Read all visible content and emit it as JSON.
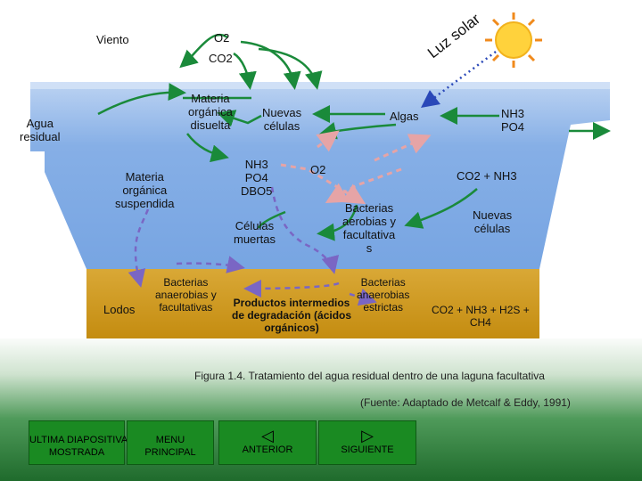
{
  "colors": {
    "water": "#7da9e3",
    "water_light": "#cfe0f6",
    "sediment": "#cf9a1c",
    "sun": "#ffd23c",
    "arrow_green": "#1a8a3a",
    "arrow_purple": "#7a66c4",
    "arrow_blue": "#2a48b8",
    "arrow_pink": "#e6a4a6",
    "nav_bg": "#1a8a22"
  },
  "labels": {
    "viento": "Viento",
    "o2_top": "O2",
    "co2_top": "CO2",
    "luz_solar": "Luz solar",
    "agua_residual": "Agua\nresidual",
    "materia_organica_disuelta": "Materia\norgánica\ndisuelta",
    "nuevas_celulas_1": "Nuevas\ncélulas",
    "algas": "Algas",
    "nh3_po4_right": "NH3\nPO4",
    "materia_organica_suspendida": "Materia\norgánica\nsuspendida",
    "nh3_po4_dbo5": "NH3\nPO4\nDBO5",
    "o2_mid": "O2",
    "co2_nh3": "CO2 + NH3",
    "celulas_muertas": "Células\nmuertas",
    "bacterias_aerobias": "Bacterias\naerobias y\nfacultativa\ns",
    "nuevas_celulas_2": "Nuevas\ncélulas",
    "lodos": "Lodos",
    "bacterias_anaerobias_fac": "Bacterias\nanaerobias y\nfacultativas",
    "productos_intermedios": "Productos intermedios\nde degradación (ácidos\norgánicos)",
    "bacterias_anaerobias_estrictas": "Bacterias\nanaerobias\nestrictas",
    "co2_nh3_h2s_ch4": "CO2 + NH3 + H2S +\nCH4"
  },
  "caption": {
    "figure": "Figura 1.4. Tratamiento del agua residual dentro de una laguna facultativa",
    "source": "(Fuente: Adaptado de Metcalf & Eddy, 1991)"
  },
  "nav": {
    "ultima_label": "ULTIMA DIAPOSITIVA\nMOSTRADA",
    "menu_label": "MENU\nPRINCIPAL",
    "anterior_label": "ANTERIOR",
    "siguiente_label": "SIGUIENTE"
  }
}
